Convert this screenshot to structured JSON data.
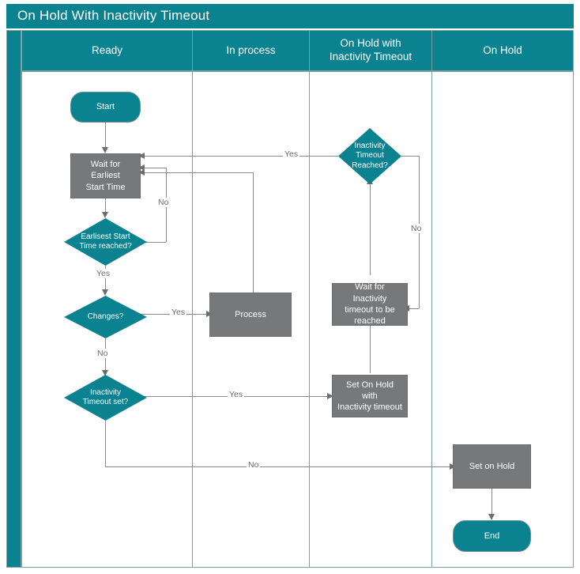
{
  "diagram": {
    "title": "On Hold With Inactivity Timeout",
    "type": "swimlane-flowchart",
    "theme": {
      "accent": "#0b8290",
      "process_fill": "#77787a",
      "lane_border": "#7f9e9e",
      "connector": "#8a8a8a",
      "node_text": "#ffffff",
      "label_text": "#6a6a6a",
      "background": "#ffffff"
    }
  },
  "lanes": [
    {
      "id": "ready",
      "label": "Ready"
    },
    {
      "id": "process",
      "label": "In process"
    },
    {
      "id": "onhold_timeout",
      "label": "On Hold with\nInactivity Timeout",
      "line1": "On Hold with",
      "line2": "Inactivity Timeout"
    },
    {
      "id": "onhold",
      "label": "On Hold"
    }
  ],
  "nodes": [
    {
      "id": "start",
      "lane": "ready",
      "shape": "terminator",
      "label": "Start"
    },
    {
      "id": "wait_earliest",
      "lane": "ready",
      "shape": "process",
      "line1": "Wait for Earliest",
      "line2": "Start Time"
    },
    {
      "id": "earliest_reached",
      "lane": "ready",
      "shape": "decision",
      "line1": "Earlisest Start",
      "line2": "Time reached?"
    },
    {
      "id": "changes",
      "lane": "ready",
      "shape": "decision",
      "label": "Changes?"
    },
    {
      "id": "inactivity_set",
      "lane": "ready",
      "shape": "decision",
      "line1": "Inactivity",
      "line2": "Timeout set?"
    },
    {
      "id": "process_box",
      "lane": "process",
      "shape": "process",
      "label": "Process"
    },
    {
      "id": "timeout_reached",
      "lane": "onhold_timeout",
      "shape": "decision",
      "line1": "Inactivity",
      "line2": "Timeout",
      "line3": "Reached?"
    },
    {
      "id": "wait_inactivity",
      "lane": "onhold_timeout",
      "shape": "process",
      "line1": "Wait for Inactivity",
      "line2": "timeout to be",
      "line3": "reached"
    },
    {
      "id": "set_onhold_to",
      "lane": "onhold_timeout",
      "shape": "process",
      "line1": "Set On Hold with",
      "line2": "Inactivity timeout"
    },
    {
      "id": "set_on_hold",
      "lane": "onhold",
      "shape": "process",
      "label": "Set on Hold"
    },
    {
      "id": "end",
      "lane": "onhold",
      "shape": "terminator",
      "label": "End"
    }
  ],
  "edges": [
    {
      "from": "start",
      "to": "wait_earliest",
      "label": ""
    },
    {
      "from": "wait_earliest",
      "to": "earliest_reached",
      "label": ""
    },
    {
      "from": "earliest_reached",
      "to": "wait_earliest",
      "label": "No"
    },
    {
      "from": "earliest_reached",
      "to": "changes",
      "label": "Yes"
    },
    {
      "from": "changes",
      "to": "process_box",
      "label": "Yes"
    },
    {
      "from": "changes",
      "to": "inactivity_set",
      "label": "No"
    },
    {
      "from": "process_box",
      "to": "wait_earliest",
      "label": ""
    },
    {
      "from": "inactivity_set",
      "to": "set_onhold_to",
      "label": "Yes"
    },
    {
      "from": "inactivity_set",
      "to": "set_on_hold",
      "label": "No"
    },
    {
      "from": "set_onhold_to",
      "to": "wait_inactivity",
      "label": ""
    },
    {
      "from": "wait_inactivity",
      "to": "timeout_reached",
      "label": ""
    },
    {
      "from": "timeout_reached",
      "to": "wait_earliest",
      "label": "Yes"
    },
    {
      "from": "timeout_reached",
      "to": "wait_inactivity",
      "label": "No"
    },
    {
      "from": "set_on_hold",
      "to": "end",
      "label": ""
    }
  ],
  "edge_labels": {
    "earliest_no": "No",
    "earliest_yes": "Yes",
    "changes_yes": "Yes",
    "changes_no": "No",
    "inactivity_yes": "Yes",
    "inactivity_no": "No",
    "timeout_yes": "Yes",
    "timeout_no": "No"
  }
}
